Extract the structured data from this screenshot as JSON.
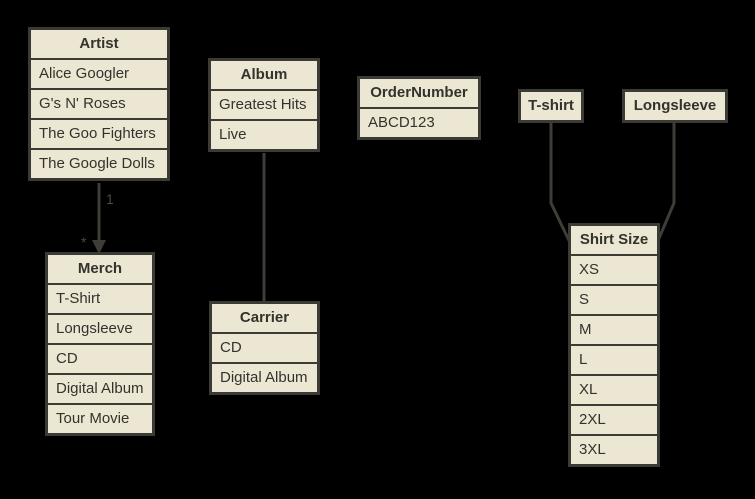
{
  "diagram": {
    "colors": {
      "background": "#000000",
      "node_fill": "#ece7d2",
      "node_border": "#3b3a34",
      "connector": "#3f3d37",
      "text": "#34322d",
      "label": "#4c4a44"
    },
    "boxes": {
      "artist": {
        "title": "Artist",
        "rows": [
          "Alice Googler",
          "G's N' Roses",
          "The Goo Fighters",
          "The Google Dolls"
        ]
      },
      "album": {
        "title": "Album",
        "rows": [
          "Greatest Hits",
          "Live"
        ]
      },
      "ordernumber": {
        "title": "OrderNumber",
        "rows": [
          "ABCD123"
        ]
      },
      "tshirt": {
        "title": "T-shirt",
        "rows": []
      },
      "longsleeve": {
        "title": "Longsleeve",
        "rows": []
      },
      "merch": {
        "title": "Merch",
        "rows": [
          "T-Shirt",
          "Longsleeve",
          "CD",
          "Digital Album",
          "Tour Movie"
        ]
      },
      "carrier": {
        "title": "Carrier",
        "rows": [
          "CD",
          "Digital Album"
        ]
      },
      "shirtsize": {
        "title": "Shirt Size",
        "rows": [
          "XS",
          "S",
          "M",
          "L",
          "XL",
          "2XL",
          "3XL"
        ]
      }
    },
    "connectors": {
      "artist_merch": {
        "from": "Artist",
        "to": "Merch",
        "source_label": "1",
        "target_label": "*",
        "arrow": "target"
      },
      "album_carrier": {
        "from": "Album",
        "to": "Carrier"
      },
      "tshirt_shirtsize": {
        "from": "T-shirt",
        "to": "Shirt Size"
      },
      "longsleeve_shirtsize": {
        "from": "Longsleeve",
        "to": "Shirt Size"
      }
    }
  }
}
